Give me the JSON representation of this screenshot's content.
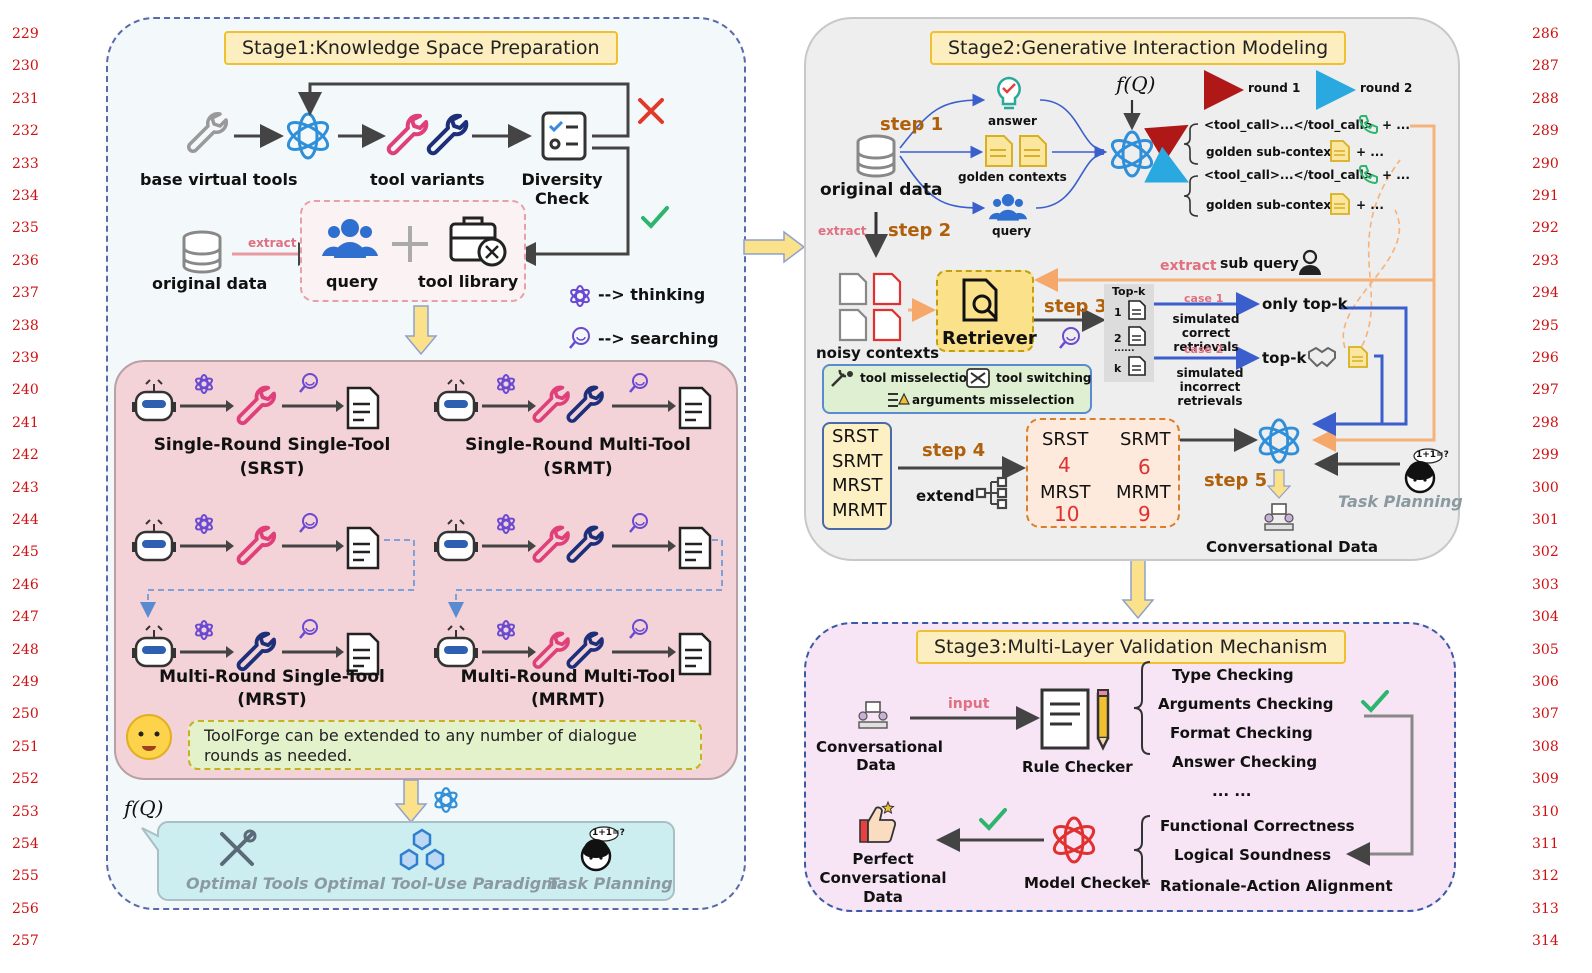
{
  "line_numbers_left": [
    "229",
    "230",
    "231",
    "232",
    "233",
    "234",
    "235",
    "236",
    "237",
    "238",
    "239",
    "240",
    "241",
    "242",
    "243",
    "244",
    "245",
    "246",
    "247",
    "248",
    "249",
    "250",
    "251",
    "252",
    "253",
    "254",
    "255",
    "256",
    "257"
  ],
  "line_numbers_right": [
    "286",
    "287",
    "288",
    "289",
    "290",
    "291",
    "292",
    "293",
    "294",
    "295",
    "296",
    "297",
    "298",
    "299",
    "300",
    "301",
    "302",
    "303",
    "304",
    "305",
    "306",
    "307",
    "308",
    "309",
    "310",
    "311",
    "312",
    "313",
    "314"
  ],
  "stage1": {
    "title": "Stage1:Knowledge Space Preparation",
    "base_virtual_tools": "base virtual tools",
    "tool_variants": "tool variants",
    "diversity_check": "Diversity Check",
    "original_data": "original data",
    "extract": "extract",
    "query": "query",
    "tool_library": "tool library",
    "legend_thinking": "--> thinking",
    "legend_searching": "--> searching",
    "srst_title": "Single-Round Single-Tool",
    "srst_abbr": "(SRST)",
    "srmt_title": "Single-Round Multi-Tool",
    "srmt_abbr": "(SRMT)",
    "mrst_title": "Multi-Round Single-Tool",
    "mrst_abbr": "(MRST)",
    "mrmt_title": "Multi-Round Multi-Tool",
    "mrmt_abbr": "(MRMT)",
    "note": "ToolForge can be extended to any number of dialogue rounds as needed.",
    "fq": "f(Q)",
    "optimal_tools": "Optimal Tools",
    "optimal_paradigm": "Optimal Tool-Use Paradigm",
    "task_planning": "Task Planning",
    "bubble": "1+1=?"
  },
  "stage2": {
    "title": "Stage2:Generative Interaction Modeling",
    "step1": "step 1",
    "step2": "step 2",
    "step3": "step 3",
    "step4": "step 4",
    "step5": "step 5",
    "original_data": "original data",
    "answer": "answer",
    "golden_contexts": "golden contexts",
    "query": "query",
    "fq": "f(Q)",
    "round1": "round 1",
    "round2": "round 2",
    "tool_call_1": "<tool_call>...</tool_call>",
    "tool_call_2": "<tool_call>...</tool_call>",
    "plus_dots": "+ ...",
    "golden_sub_context_1": "golden sub-context",
    "golden_sub_context_2": "golden sub-context",
    "extract": "extract",
    "extract_sub": "extract",
    "sub_query": "sub query",
    "noisy_contexts": "noisy contexts",
    "retriever": "Retriever",
    "topk": "Top-k",
    "rank1": "1",
    "rank2": "2",
    "rank_dots": "......",
    "rankk": "k",
    "case1": "case 1",
    "case2": "case 2",
    "only_topk": "only top-k",
    "topk2": "top-k",
    "sim_correct": "simulated correct retrievals",
    "sim_incorrect": "simulated incorrect retrievals",
    "tool_misselection": "tool misselection",
    "tool_switching": "tool switching",
    "arguments_misselection": "arguments misselection",
    "types": [
      "SRST",
      "SRMT",
      "MRST",
      "MRMT"
    ],
    "extend": "extend",
    "counts": {
      "srst_label": "SRST",
      "srst_val": "4",
      "srmt_label": "SRMT",
      "srmt_val": "6",
      "mrst_label": "MRST",
      "mrst_val": "10",
      "mrmt_label": "MRMT",
      "mrmt_val": "9"
    },
    "task_planning": "Task Planning",
    "bubble": "1+1=?",
    "conversational_data": "Conversational Data"
  },
  "stage3": {
    "title": "Stage3:Multi-Layer Validation Mechanism",
    "conversational_data": "Conversational Data",
    "input": "input",
    "rule_checker": "Rule Checker",
    "rule_checks": [
      "Type Checking",
      "Arguments Checking",
      "Format Checking",
      "Answer Checking",
      "... ..."
    ],
    "model_checks": [
      "Functional Correctness",
      "Logical Soundness",
      "Rationale-Action Alignment"
    ],
    "model_checker": "Model Checker",
    "perfect_data": "Perfect Conversational Data"
  },
  "colors": {
    "accent_pink": "#e0407a",
    "accent_navy": "#1e2f7a",
    "arrow_orange": "#f5b27a",
    "arrow_blue": "#3a5fcc",
    "check_green": "#2cb56c",
    "cross_red": "#e23a2a",
    "openai_blue": "#2f8fd8",
    "openai_red": "#e03030"
  }
}
